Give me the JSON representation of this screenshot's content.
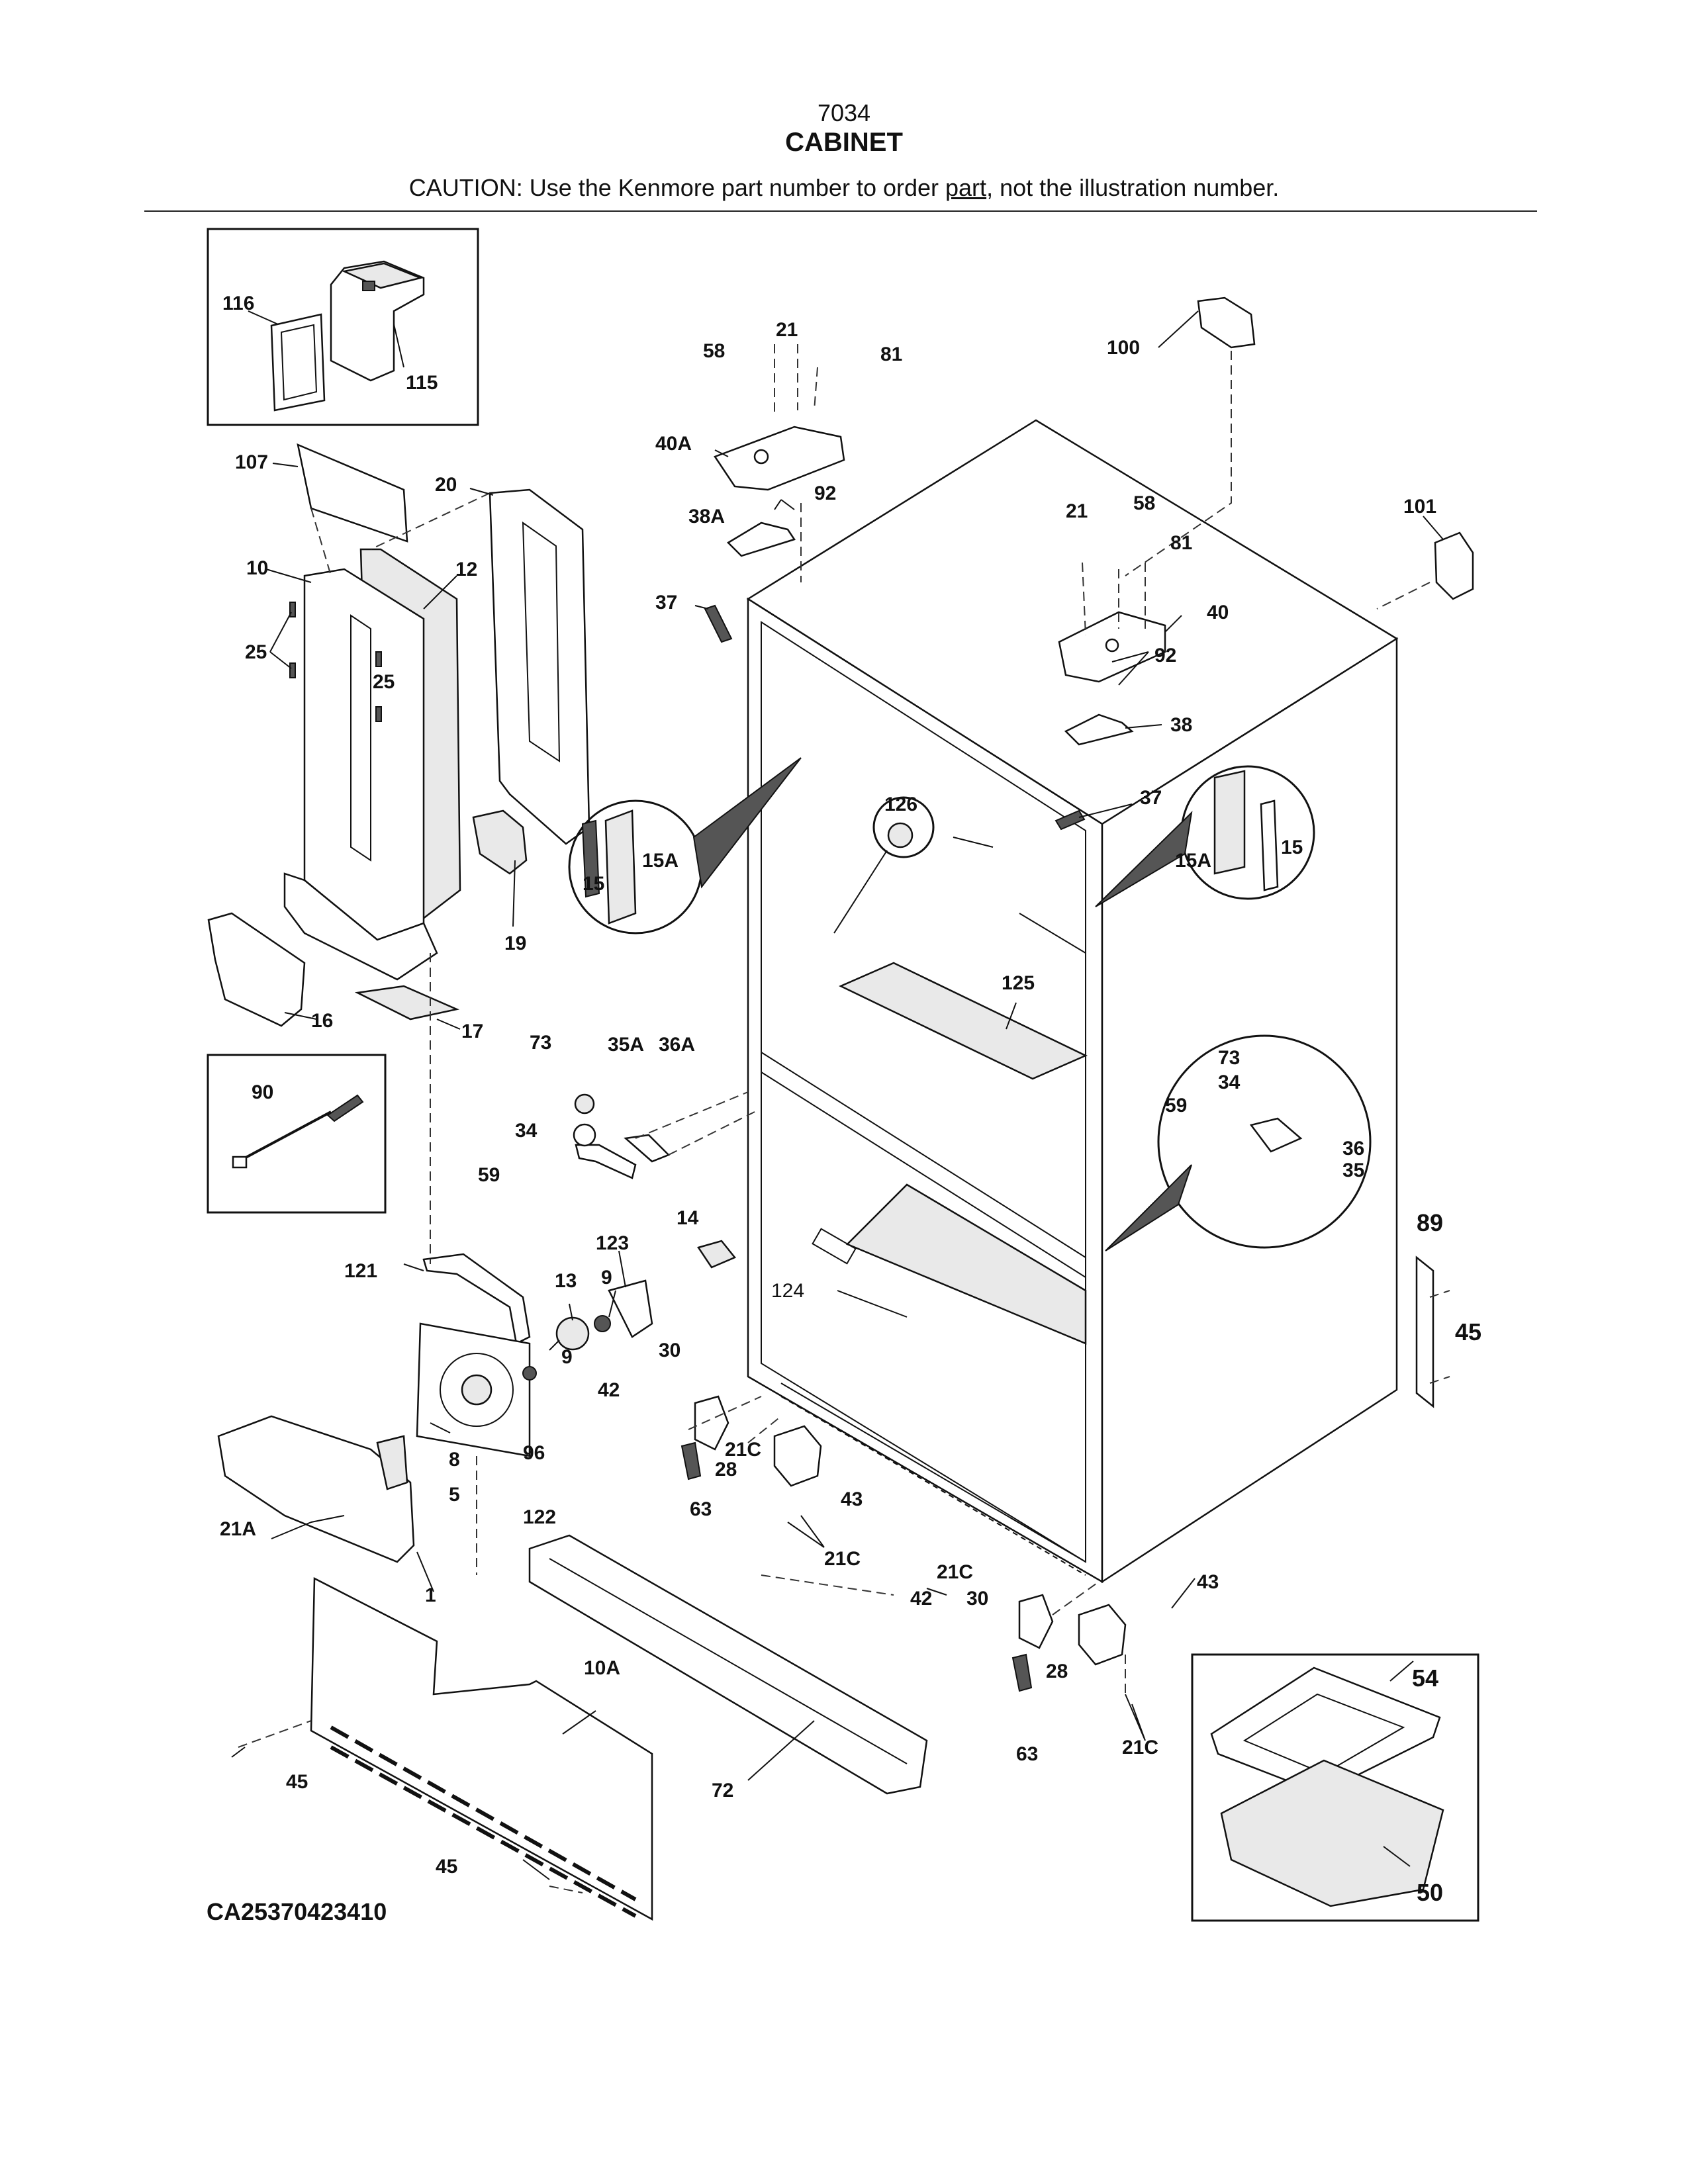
{
  "header": {
    "page_number": "7034",
    "title": "CABINET",
    "caution_prefix": "CAUTION: Use the Kenmore part number to order ",
    "caution_underlined": "part",
    "caution_suffix": ", not the illustration number."
  },
  "diagram_code": "CA25370423410",
  "callouts": {
    "c116": "116",
    "c115": "115",
    "c107": "107",
    "c20": "20",
    "c10": "10",
    "c12": "12",
    "c25a": "25",
    "c25b": "25",
    "c19": "19",
    "c16": "16",
    "c17": "17",
    "c90": "90",
    "c58a": "58",
    "c21a": "21",
    "c81a": "81",
    "c40A": "40A",
    "c92a": "92",
    "c38A": "38A",
    "c37a": "37",
    "c100": "100",
    "c101": "101",
    "c21b": "21",
    "c58b": "58",
    "c81b": "81",
    "c40": "40",
    "c92b": "92",
    "c38": "38",
    "c37b": "37",
    "c126": "126",
    "c15a": "15",
    "c15Aa": "15A",
    "c15Ab": "15A",
    "c15b": "15",
    "c125": "125",
    "c73a": "73",
    "c35A": "35A",
    "c36A": "36A",
    "c34a": "34",
    "c59a": "59",
    "c73b": "73",
    "c34b": "34",
    "c59b": "59",
    "c36": "36",
    "c35": "35",
    "c14": "14",
    "c124": "124",
    "c89": "89",
    "c45a": "45",
    "c121": "121",
    "c13": "13",
    "c9a": "9",
    "c123": "123",
    "c9b": "9",
    "c30a": "30",
    "c42a": "42",
    "c21Ca": "21C",
    "c28a": "28",
    "c63a": "63",
    "c43a": "43",
    "c21Cb": "21C",
    "c8": "8",
    "c5": "5",
    "c96": "96",
    "c122": "122",
    "c21A": "21A",
    "c1": "1",
    "c10A": "10A",
    "c72": "72",
    "c45b": "45",
    "c45c": "45",
    "c21Cc": "21C",
    "c42b": "42",
    "c30b": "30",
    "c43b": "43",
    "c28b": "28",
    "c63b": "63",
    "c21Cd": "21C",
    "c54": "54",
    "c50": "50"
  }
}
